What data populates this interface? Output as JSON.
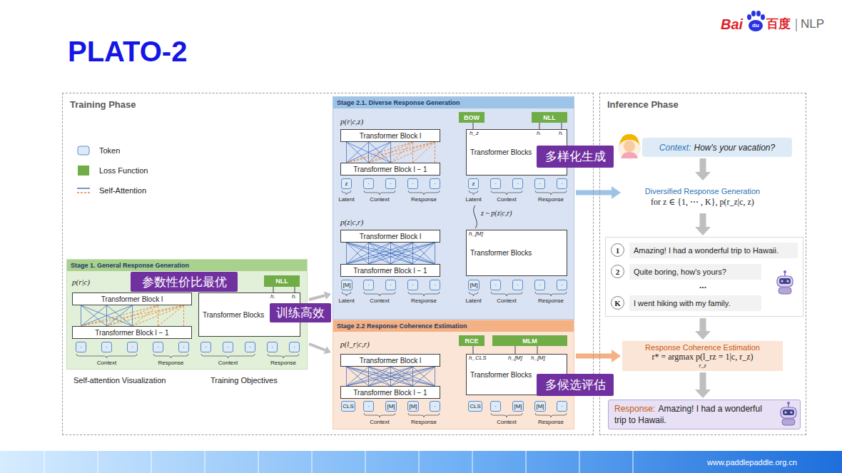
{
  "diagram": {
    "title": "PLATO-2",
    "nodes": [
      {
        "text": [
          "Training Phase"
        ]
      },
      {
        "text": [
          "Stage 1. General Response Generation"
        ],
        "in": 0
      },
      {
        "text": [
          "Transformer Block l"
        ],
        "in": 1
      },
      {
        "text": [
          "Transformer Block l − 1"
        ],
        "in": 1
      },
      {
        "text": [
          "·"
        ],
        "in": 1
      },
      {
        "text": [
          "·"
        ],
        "in": 1
      },
      {
        "text": [
          "·"
        ],
        "in": 1
      },
      {
        "text": [
          "·"
        ],
        "in": 1
      },
      {
        "text": [
          "·"
        ],
        "in": 1
      },
      {
        "text": [
          "NLL"
        ],
        "in": 1
      },
      {
        "text": [
          "Transformer Blocks"
        ],
        "in": 1
      },
      {
        "text": [
          "·"
        ],
        "in": 1
      },
      {
        "text": [
          "·"
        ],
        "in": 1
      },
      {
        "text": [
          "·"
        ],
        "in": 1
      },
      {
        "text": [
          "·"
        ],
        "in": 1
      },
      {
        "text": [
          "·"
        ],
        "in": 1
      },
      {
        "text": [
          "参数性价比最优"
        ],
        "in": 1
      },
      {
        "text": [
          "训练高效"
        ],
        "in": 0
      },
      {
        "text": [
          "Stage 2.1. Diverse Response Generation"
        ],
        "in": 0
      },
      {
        "text": [
          "Transformer Block l"
        ],
        "in": 18
      },
      {
        "text": [
          "Transformer Block l − 1"
        ],
        "in": 18
      },
      {
        "text": [
          "z"
        ],
        "in": 18
      },
      {
        "text": [
          "·"
        ],
        "in": 18
      },
      {
        "text": [
          "·"
        ],
        "in": 18
      },
      {
        "text": [
          "·"
        ],
        "in": 18
      },
      {
        "text": [
          "·"
        ],
        "in": 18
      },
      {
        "text": [
          "BOW"
        ],
        "in": 18
      },
      {
        "text": [
          "NLL"
        ],
        "in": 18
      },
      {
        "text": [
          "Transformer Blocks"
        ],
        "in": 18
      },
      {
        "text": [
          "z"
        ],
        "in": 18
      },
      {
        "text": [
          "·"
        ],
        "in": 18
      },
      {
        "text": [
          "·"
        ],
        "in": 18
      },
      {
        "text": [
          "·"
        ],
        "in": 18
      },
      {
        "text": [
          "·"
        ],
        "in": 18
      },
      {
        "text": [
          "Transformer Block l"
        ],
        "in": 18
      },
      {
        "text": [
          "Transformer Block l − 1"
        ],
        "in": 18
      },
      {
        "text": [
          "[M]"
        ],
        "in": 18
      },
      {
        "text": [
          "·"
        ],
        "in": 18
      },
      {
        "text": [
          "·"
        ],
        "in": 18
      },
      {
        "text": [
          "·"
        ],
        "in": 18
      },
      {
        "text": [
          "·"
        ],
        "in": 18
      },
      {
        "text": [
          "Transformer Blocks"
        ],
        "in": 18
      },
      {
        "text": [
          "[M]"
        ],
        "in": 18
      },
      {
        "text": [
          "·"
        ],
        "in": 18
      },
      {
        "text": [
          "·"
        ],
        "in": 18
      },
      {
        "text": [
          "·"
        ],
        "in": 18
      },
      {
        "text": [
          "·"
        ],
        "in": 18
      },
      {
        "text": [
          "Stage 2.2 Response Coherence Estimation"
        ],
        "in": 0
      },
      {
        "text": [
          "Transformer Block l"
        ],
        "in": 47
      },
      {
        "text": [
          "Transformer Block l − 1"
        ],
        "in": 47
      },
      {
        "text": [
          "CLS"
        ],
        "in": 47
      },
      {
        "text": [
          "·"
        ],
        "in": 47
      },
      {
        "text": [
          "[M]"
        ],
        "in": 47
      },
      {
        "text": [
          "[M]"
        ],
        "in": 47
      },
      {
        "text": [
          "·"
        ],
        "in": 47
      },
      {
        "text": [
          "RCE"
        ],
        "in": 47
      },
      {
        "text": [
          "MLM"
        ],
        "in": 47
      },
      {
        "text": [
          "Transformer Blocks"
        ],
        "in": 47
      },
      {
        "text": [
          "CLS"
        ],
        "in": 47
      },
      {
        "text": [
          "·"
        ],
        "in": 47
      },
      {
        "text": [
          "[M]"
        ],
        "in": 47
      },
      {
        "text": [
          "[M]"
        ],
        "in": 47
      },
      {
        "text": [
          "·"
        ],
        "in": 47
      },
      {
        "text": [
          "Inference Phase"
        ]
      },
      {
        "text": [
          "Context:",
          "How's your vacation?"
        ],
        "in": 63
      },
      {
        "text": [
          "Diversified Response Generation",
          "for z ∈ {1, ⋯ , K},  p(r_z|c, z)"
        ],
        "in": 63
      },
      {
        "text": [],
        "in": 63
      },
      {
        "text": [
          "1"
        ],
        "in": 66
      },
      {
        "text": [
          "Amazing! I had a wonderful trip to Hawaii."
        ],
        "in": 66
      },
      {
        "text": [
          "2"
        ],
        "in": 66
      },
      {
        "text": [
          "Quite boring, how's yours?"
        ],
        "in": 66
      },
      {
        "text": [
          "K"
        ],
        "in": 66
      },
      {
        "text": [
          "I went hiking with my family."
        ],
        "in": 66
      },
      {
        "text": [
          "Response Coherence Estimation",
          "r* = argmax p(l_rz = 1|c, r_z)",
          "r_z"
        ],
        "in": 63
      },
      {
        "text": [
          "Response:",
          "Amazing! I had a wonderful trip to Hawaii."
        ],
        "in": 63
      },
      {
        "text": [
          "多样化生成"
        ]
      },
      {
        "text": [
          "多候选评估"
        ]
      }
    ],
    "edges": [
      {
        "from": 1,
        "to": 18,
        "arrow": "to"
      },
      {
        "from": 1,
        "to": 47,
        "arrow": "to"
      },
      {
        "from": 18,
        "to": 65,
        "arrow": "to"
      },
      {
        "from": 47,
        "to": 73,
        "arrow": "to"
      },
      {
        "from": 64,
        "to": 65,
        "arrow": "to"
      },
      {
        "from": 65,
        "to": 66,
        "arrow": "to"
      },
      {
        "from": 66,
        "to": 73,
        "arrow": "to"
      },
      {
        "from": 73,
        "to": 74,
        "arrow": "to"
      }
    ],
    "labels": [
      "Bai",
      "du",
      "百度",
      "NLP",
      "p(r|c)",
      "Context",
      "Response",
      "h.",
      "h.",
      "Context",
      "Response",
      "Self-attention Visualization",
      "Training Objectives",
      "p(r|c,z)",
      "Latent",
      "Context",
      "Response",
      "h_z",
      "h.",
      "h.",
      "Latent",
      "Context",
      "Response",
      "z ~ p(z|c,r)",
      "p(z|c,r)",
      "Latent",
      "Context",
      "Response",
      "h_[M]",
      "Latent",
      "Context",
      "Response",
      "p(l_r|c,r)",
      "Context",
      "Response",
      "h_CLS",
      "h_[M]",
      "h_[M]",
      "Context",
      "Response",
      "...",
      "www.paddlepaddle.org.cn"
    ],
    "legend": [
      {
        "text": "Token"
      },
      {
        "text": "Loss Function",
        "color": "#70ad47"
      },
      {
        "text": "Self-Attention"
      }
    ]
  }
}
